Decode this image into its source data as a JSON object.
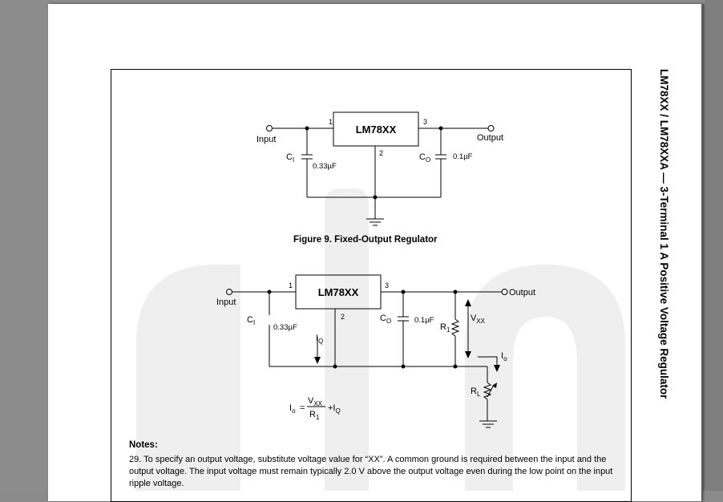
{
  "document": {
    "sidebar_title": "LM78XX / LM78XXA — 3-Terminal 1 A Positive Voltage Regulator",
    "figure_caption": "Figure 9. Fixed-Output Regulator",
    "notes_heading": "Notes:",
    "note_29": "29. To specify an output voltage, substitute voltage value for “XX”. A common ground is required between the input and the output voltage. The input voltage must remain typically 2.0 V above the output voltage even during the low point on the input ripple voltage."
  },
  "figure9": {
    "ic_label": "LM78XX",
    "pin1": "1",
    "pin2": "2",
    "pin3": "3",
    "input_label": "Input",
    "output_label": "Output",
    "ci_label": "C",
    "ci_sub": "I",
    "ci_value": "0.33µF",
    "co_label": "C",
    "co_sub": "O",
    "co_value": "0.1µF"
  },
  "figure10": {
    "ic_label": "LM78XX",
    "pin1": "1",
    "pin2": "2",
    "pin3": "3",
    "input_label": "Input",
    "output_label": "Output",
    "ci_label": "C",
    "ci_sub": "I",
    "ci_value": "0.33µF",
    "co_label": "C",
    "co_sub": "O",
    "co_value": "0.1µF",
    "iq_label": "I",
    "iq_sub": "Q",
    "r1_label": "R",
    "r1_sub": "1",
    "vxx_label": "V",
    "vxx_sub": "XX",
    "io_label": "I",
    "io_sub": "o",
    "rl_label": "R",
    "rl_sub": "L",
    "formula_lhs": "I",
    "formula_lhs_sub": "o",
    "formula_eq": "=",
    "formula_num": "V",
    "formula_num_sub": "XX",
    "formula_den": "R",
    "formula_den_sub": "1",
    "formula_plus": "+I",
    "formula_plus_sub": "Q"
  }
}
